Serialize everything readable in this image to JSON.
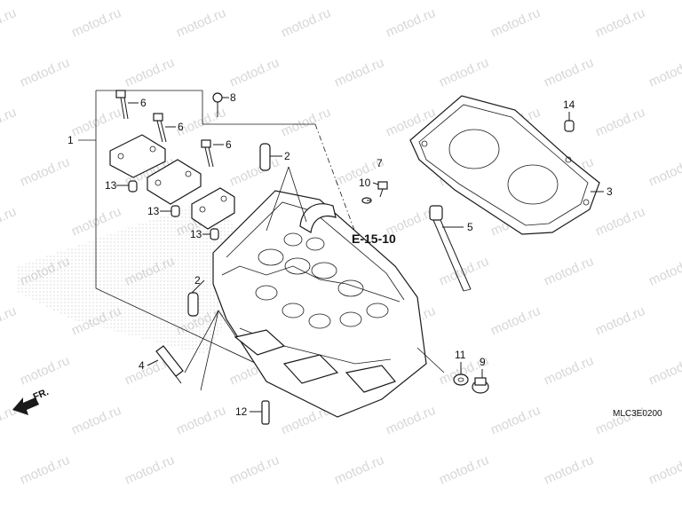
{
  "diagram": {
    "part_numbers": [
      {
        "id": "p1",
        "text": "1"
      },
      {
        "id": "p2a",
        "text": "2"
      },
      {
        "id": "p2b",
        "text": "2"
      },
      {
        "id": "p3",
        "text": "3"
      },
      {
        "id": "p4",
        "text": "4"
      },
      {
        "id": "p5",
        "text": "5"
      },
      {
        "id": "p6a",
        "text": "6"
      },
      {
        "id": "p6b",
        "text": "6"
      },
      {
        "id": "p6c",
        "text": "6"
      },
      {
        "id": "p7",
        "text": "7"
      },
      {
        "id": "p8",
        "text": "8"
      },
      {
        "id": "p9",
        "text": "9"
      },
      {
        "id": "p10",
        "text": "10"
      },
      {
        "id": "p11",
        "text": "11"
      },
      {
        "id": "p12",
        "text": "12"
      },
      {
        "id": "p13a",
        "text": "13"
      },
      {
        "id": "p13b",
        "text": "13"
      },
      {
        "id": "p13c",
        "text": "13"
      },
      {
        "id": "p14",
        "text": "14"
      }
    ],
    "reference": "E-15-10",
    "front_marker": "FR.",
    "diagram_code": "MLC3E0200"
  },
  "watermark": {
    "text": "motod.ru",
    "color": "#d7d7d7"
  },
  "colors": {
    "line": "#1a1a1a",
    "background": "#ffffff"
  }
}
